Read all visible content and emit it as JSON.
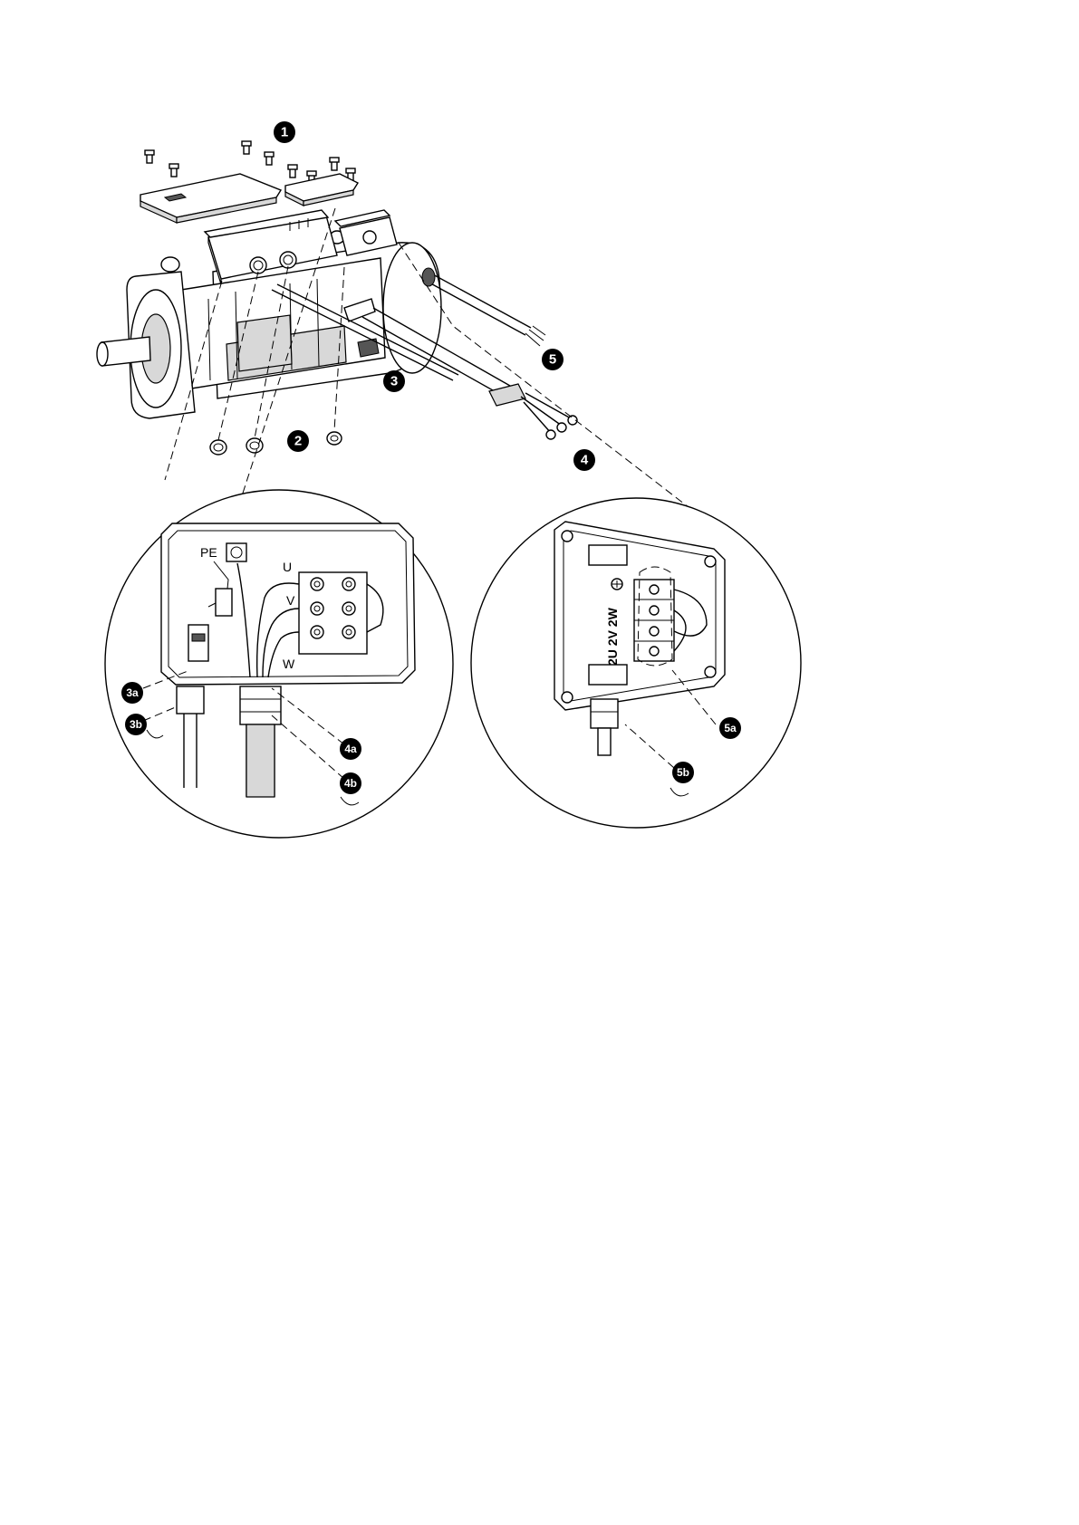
{
  "callouts": {
    "c1": "1",
    "c2": "2",
    "c3": "3",
    "c4": "4",
    "c5": "5",
    "c3a": "3a",
    "c3b": "3b",
    "c4a": "4a",
    "c4b": "4b",
    "c5a": "5a",
    "c5b": "5b"
  },
  "left_detail": {
    "pe_label": "PE",
    "u_label": "U",
    "v_label": "V",
    "w_label": "W"
  },
  "right_detail": {
    "terminal_label": "2U 2V 2W"
  }
}
